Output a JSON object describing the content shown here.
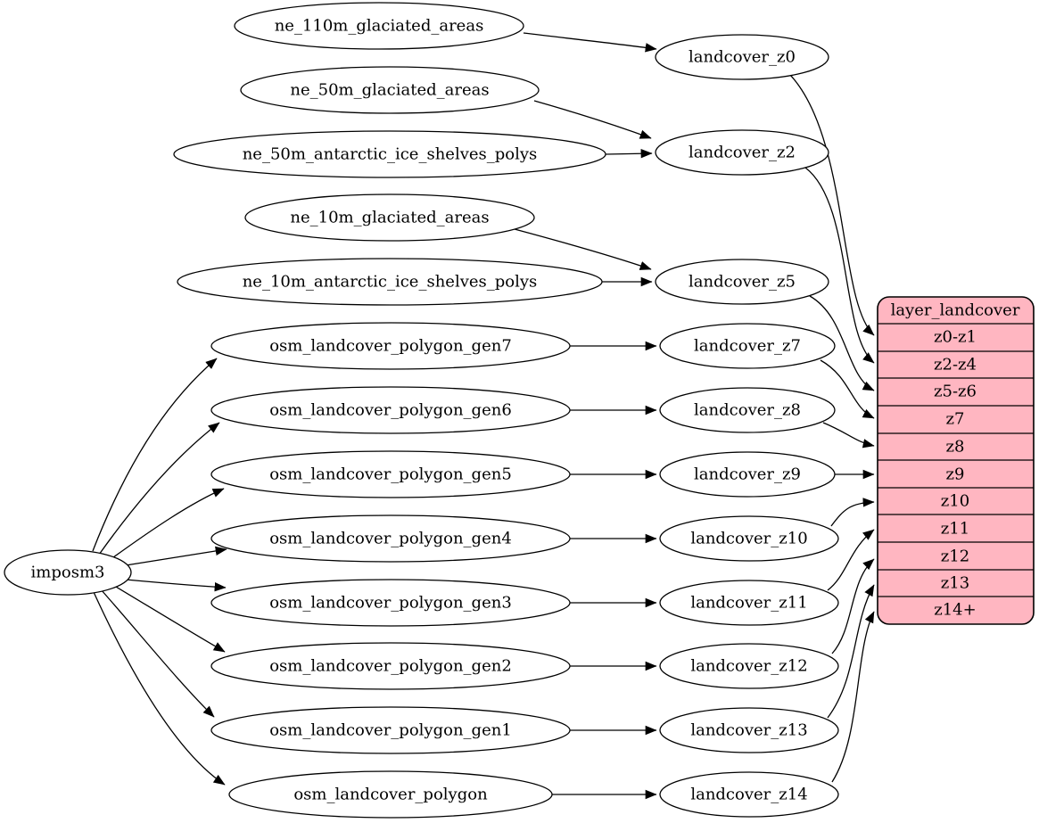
{
  "diagram": {
    "type": "graphviz-dependency-graph",
    "direction": "left-to-right"
  },
  "nodes": {
    "imposm3": "imposm3",
    "ne_110m_glaciated_areas": "ne_110m_glaciated_areas",
    "ne_50m_glaciated_areas": "ne_50m_glaciated_areas",
    "ne_50m_antarctic_ice_shelves_polys": "ne_50m_antarctic_ice_shelves_polys",
    "ne_10m_glaciated_areas": "ne_10m_glaciated_areas",
    "ne_10m_antarctic_ice_shelves_polys": "ne_10m_antarctic_ice_shelves_polys",
    "osm_landcover_polygon_gen7": "osm_landcover_polygon_gen7",
    "osm_landcover_polygon_gen6": "osm_landcover_polygon_gen6",
    "osm_landcover_polygon_gen5": "osm_landcover_polygon_gen5",
    "osm_landcover_polygon_gen4": "osm_landcover_polygon_gen4",
    "osm_landcover_polygon_gen3": "osm_landcover_polygon_gen3",
    "osm_landcover_polygon_gen2": "osm_landcover_polygon_gen2",
    "osm_landcover_polygon_gen1": "osm_landcover_polygon_gen1",
    "osm_landcover_polygon": "osm_landcover_polygon",
    "landcover_z0": "landcover_z0",
    "landcover_z2": "landcover_z2",
    "landcover_z5": "landcover_z5",
    "landcover_z7": "landcover_z7",
    "landcover_z8": "landcover_z8",
    "landcover_z9": "landcover_z9",
    "landcover_z10": "landcover_z10",
    "landcover_z11": "landcover_z11",
    "landcover_z12": "landcover_z12",
    "landcover_z13": "landcover_z13",
    "landcover_z14": "landcover_z14"
  },
  "layer_table": {
    "title": "layer_landcover",
    "rows": [
      "z0-z1",
      "z2-z4",
      "z5-z6",
      "z7",
      "z8",
      "z9",
      "z10",
      "z11",
      "z12",
      "z13",
      "z14+"
    ]
  },
  "edges": [
    "ne_110m_glaciated_areas -> landcover_z0",
    "ne_50m_glaciated_areas -> landcover_z2",
    "ne_50m_antarctic_ice_shelves_polys -> landcover_z2",
    "ne_10m_glaciated_areas -> landcover_z5",
    "ne_10m_antarctic_ice_shelves_polys -> landcover_z5",
    "imposm3 -> osm_landcover_polygon_gen7",
    "imposm3 -> osm_landcover_polygon_gen6",
    "imposm3 -> osm_landcover_polygon_gen5",
    "imposm3 -> osm_landcover_polygon_gen4",
    "imposm3 -> osm_landcover_polygon_gen3",
    "imposm3 -> osm_landcover_polygon_gen2",
    "imposm3 -> osm_landcover_polygon_gen1",
    "imposm3 -> osm_landcover_polygon",
    "osm_landcover_polygon_gen7 -> landcover_z7",
    "osm_landcover_polygon_gen6 -> landcover_z8",
    "osm_landcover_polygon_gen5 -> landcover_z9",
    "osm_landcover_polygon_gen4 -> landcover_z10",
    "osm_landcover_polygon_gen3 -> landcover_z11",
    "osm_landcover_polygon_gen2 -> landcover_z12",
    "osm_landcover_polygon_gen1 -> landcover_z13",
    "osm_landcover_polygon -> landcover_z14",
    "landcover_z0 -> layer_landcover:z0-z1",
    "landcover_z2 -> layer_landcover:z2-z4",
    "landcover_z5 -> layer_landcover:z5-z6",
    "landcover_z7 -> layer_landcover:z7",
    "landcover_z8 -> layer_landcover:z8",
    "landcover_z9 -> layer_landcover:z9",
    "landcover_z10 -> layer_landcover:z10",
    "landcover_z11 -> layer_landcover:z11",
    "landcover_z12 -> layer_landcover:z12",
    "landcover_z13 -> layer_landcover:z13",
    "landcover_z14 -> layer_landcover:z14+"
  ],
  "colors": {
    "layer_fill": "#ffb6c1",
    "stroke": "#000000",
    "background": "#ffffff"
  }
}
